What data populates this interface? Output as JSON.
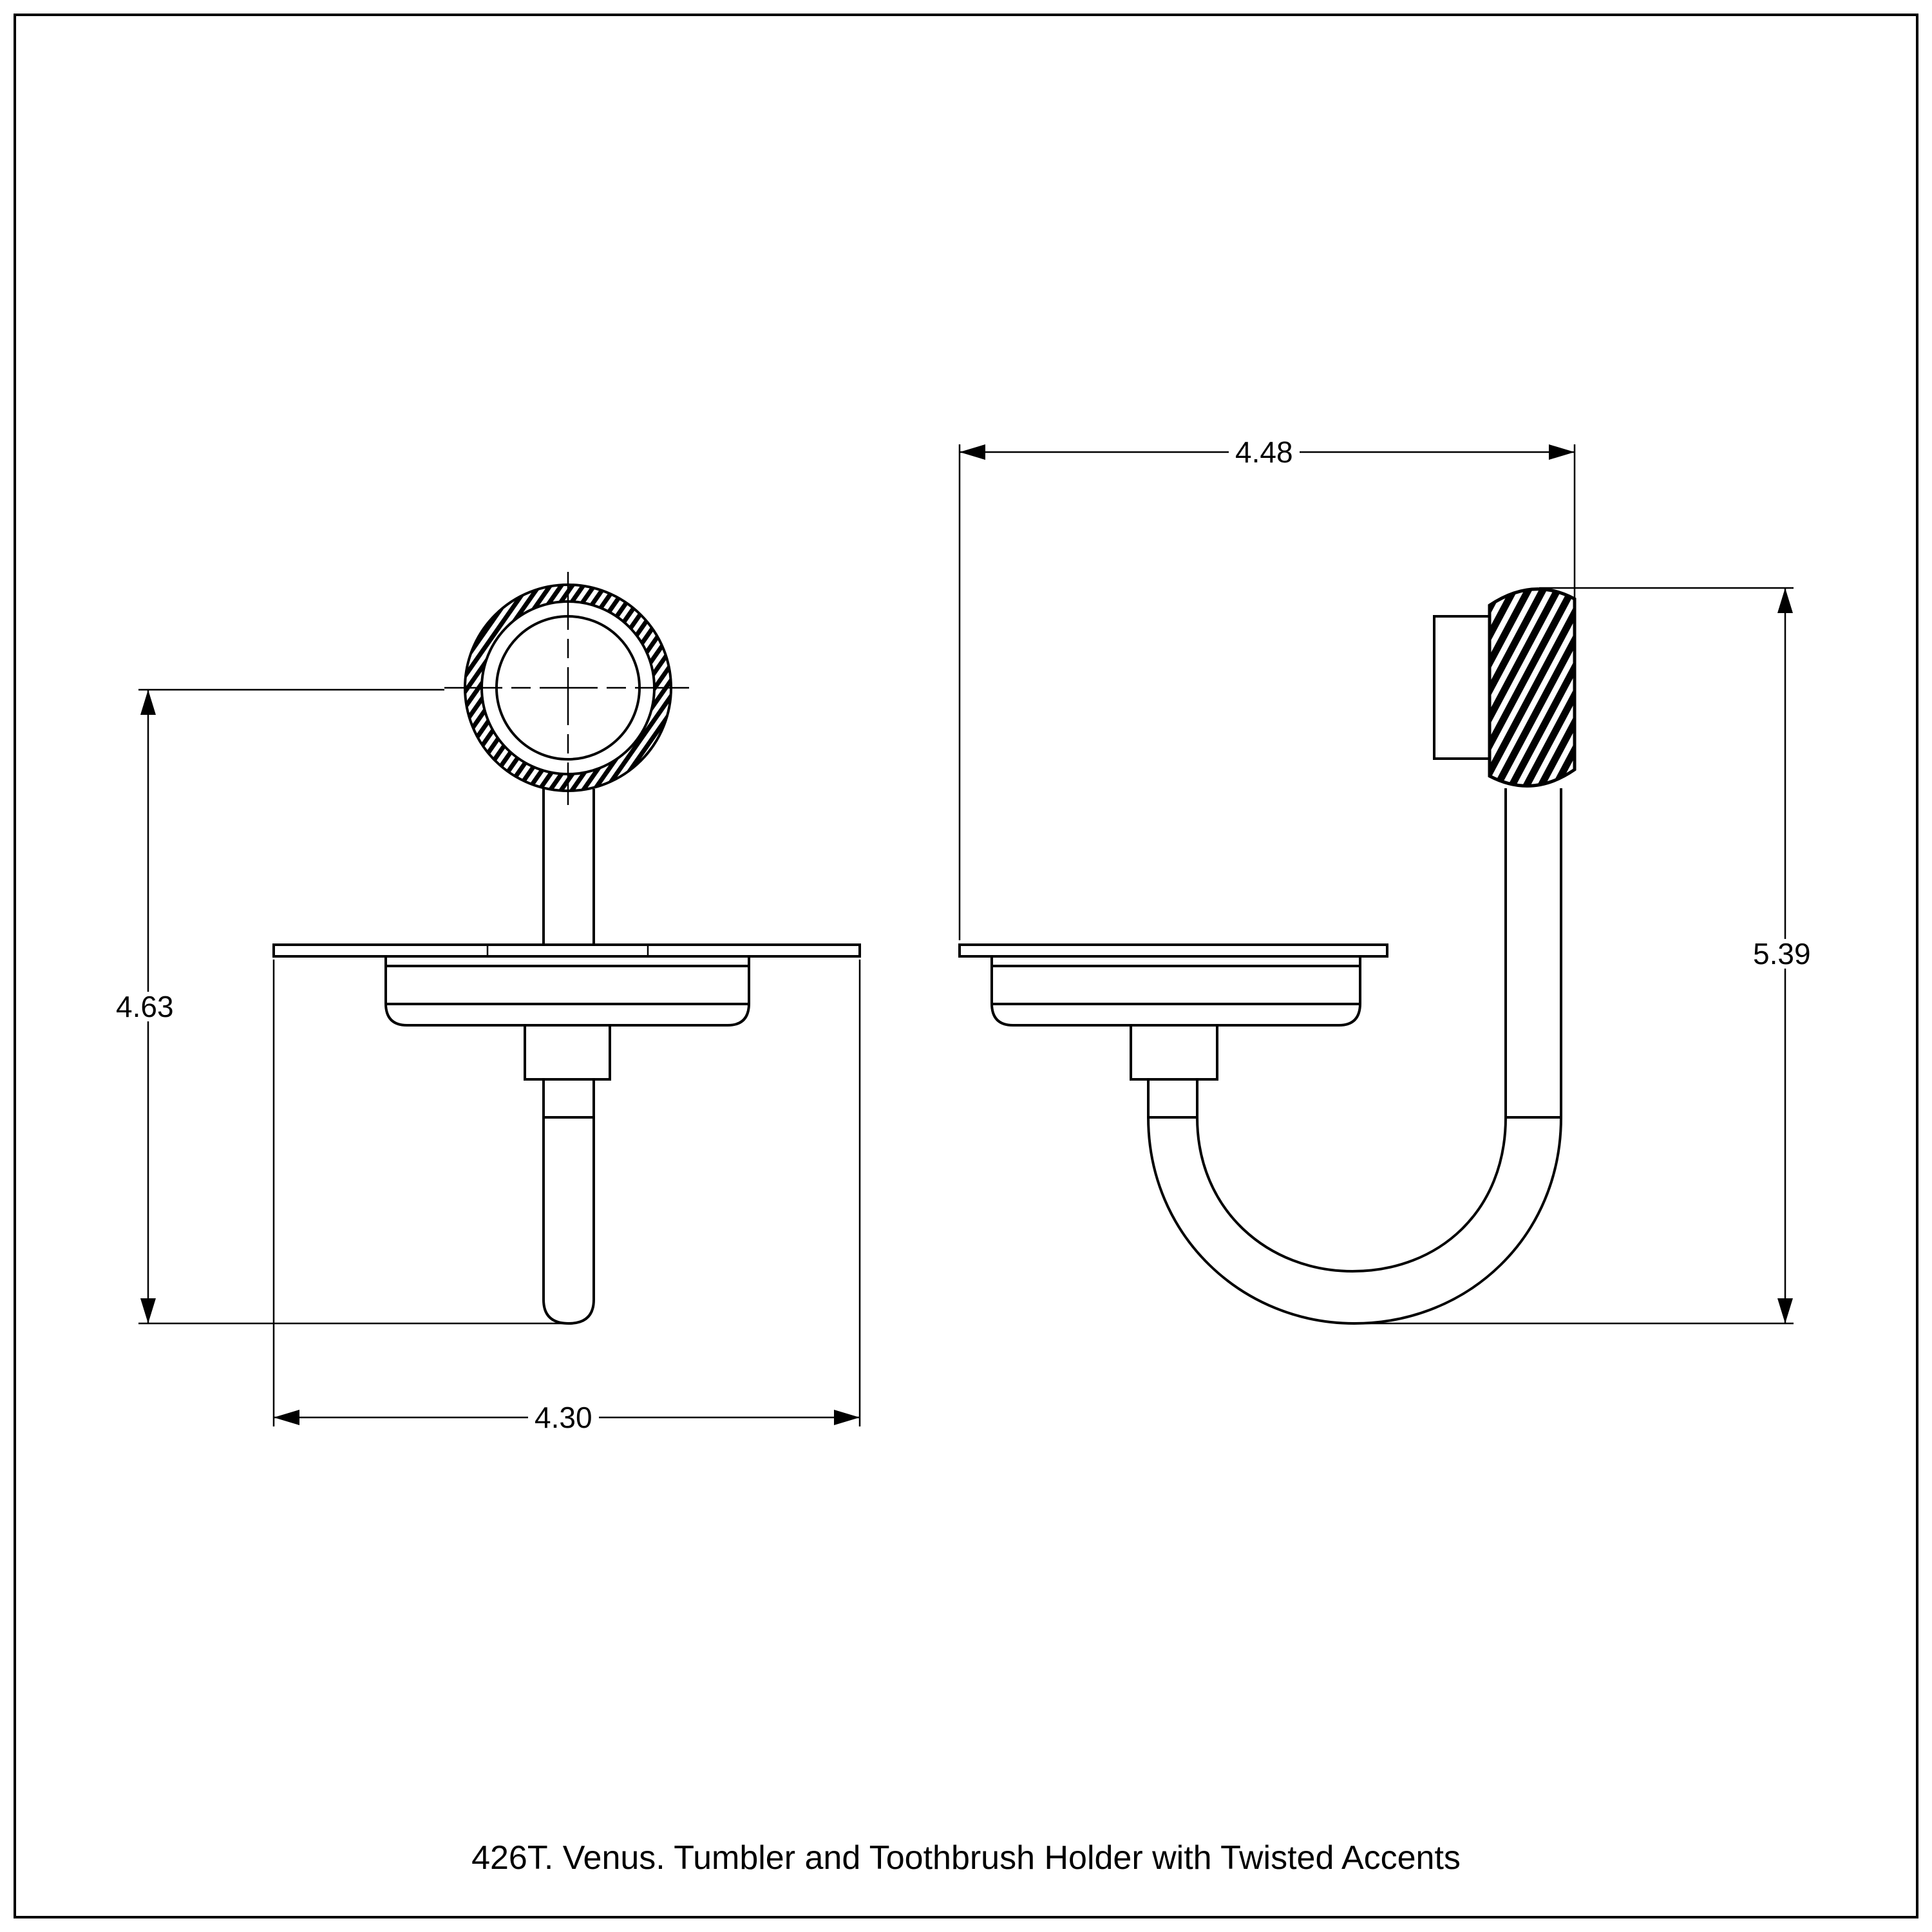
{
  "title": "426T. Venus. Tumbler and Toothbrush Holder with Twisted Accents",
  "front_view": {
    "height_dimension": "4.63",
    "width_dimension": "4.30"
  },
  "side_view": {
    "projection_dimension": "4.48",
    "height_dimension": "5.39"
  },
  "colors": {
    "line": "#000000",
    "background": "#ffffff"
  }
}
